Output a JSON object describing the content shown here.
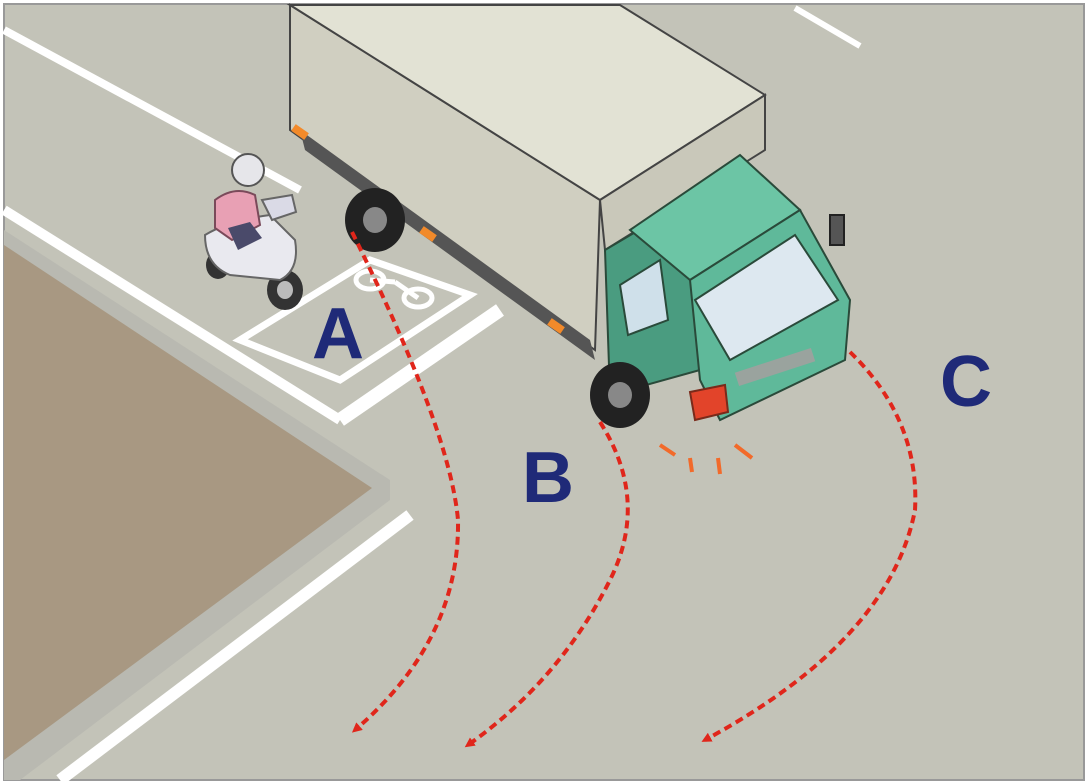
{
  "labels": {
    "a": "A",
    "b": "B",
    "c": "C"
  },
  "colors": {
    "road": "#c3c3b8",
    "sidewalk": "#a89882",
    "lane_marking": "#ffffff",
    "truck_cab": "#5fb99a",
    "truck_box": "#d6d6c8",
    "path_arrow": "#e0261b",
    "label": "#1f2a78",
    "scooter_rider": "#e8a0b4"
  },
  "icons": {
    "vehicle_truck": "truck-icon",
    "vehicle_scooter": "scooter-icon",
    "bicycle_marking": "bicycle-icon"
  }
}
